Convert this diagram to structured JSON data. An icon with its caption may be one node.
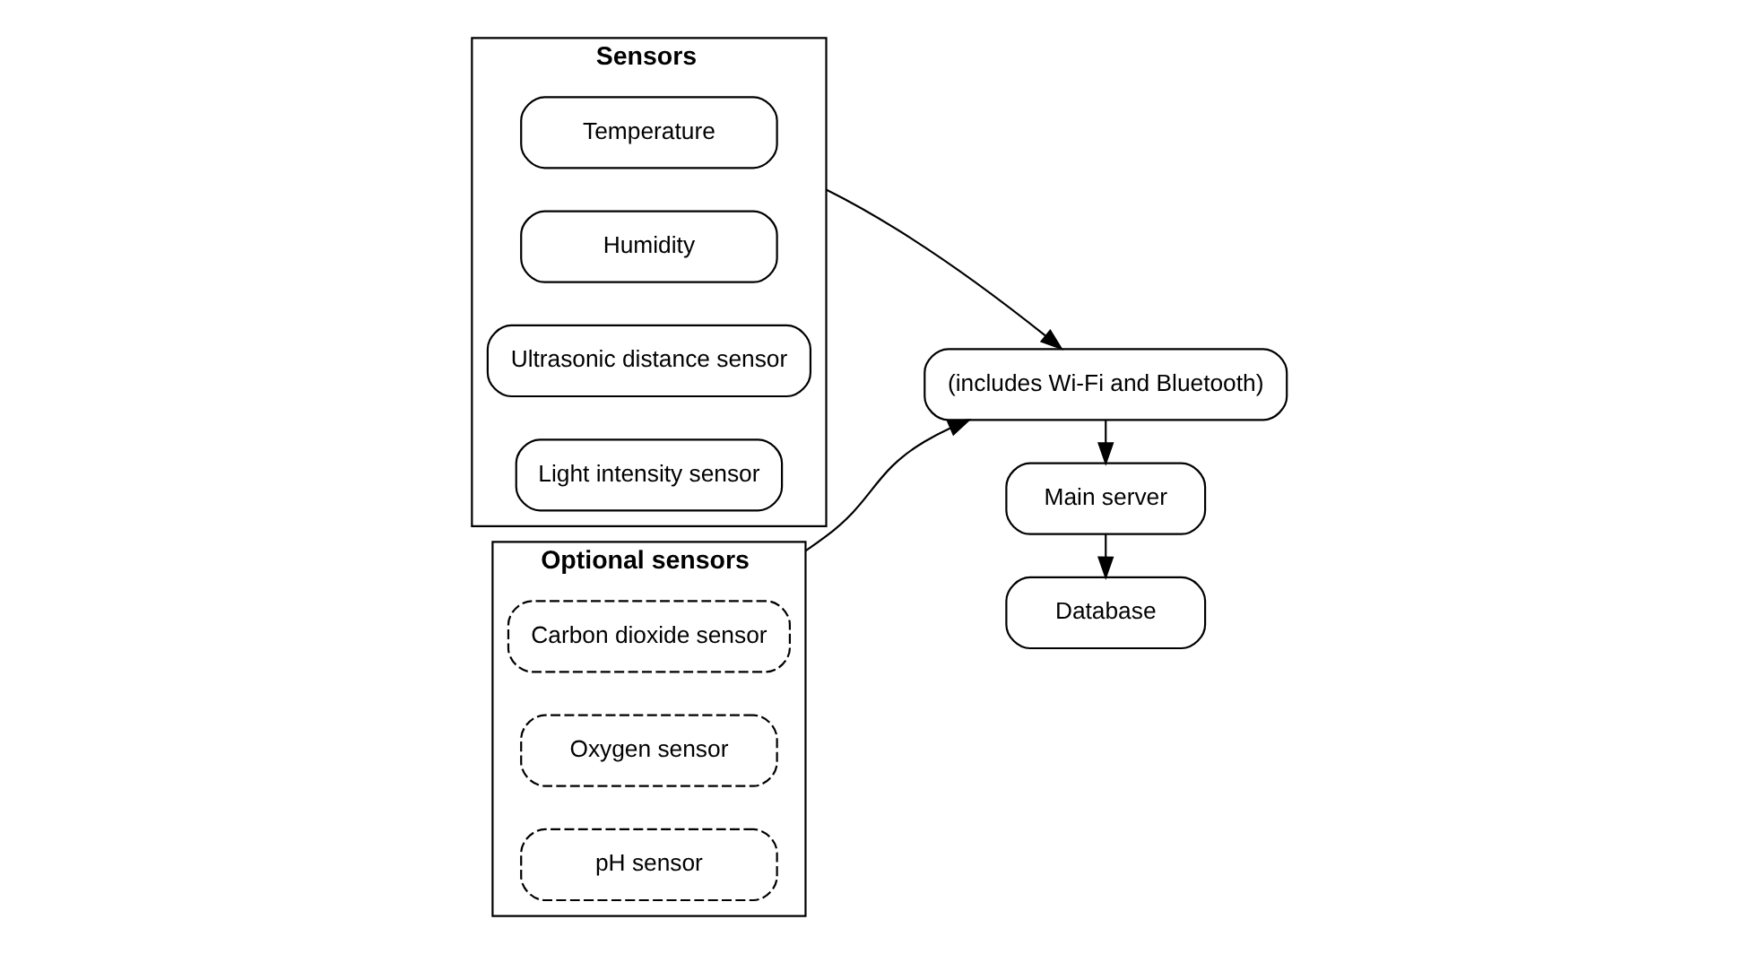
{
  "diagram": {
    "nodes": [
      {
        "text": [
          "Sensors"
        ]
      },
      {
        "text": [
          "Temperature"
        ],
        "in": 0
      },
      {
        "text": [
          "Humidity"
        ],
        "in": 0
      },
      {
        "text": [
          "Ultrasonic distance sensor"
        ],
        "in": 0
      },
      {
        "text": [
          "Light intensity sensor"
        ],
        "in": 0
      },
      {
        "text": [
          "Optional sensors"
        ]
      },
      {
        "text": [
          "Carbon dioxide sensor"
        ],
        "in": 5
      },
      {
        "text": [
          "Oxygen sensor"
        ],
        "in": 5
      },
      {
        "text": [
          "pH sensor"
        ],
        "in": 5
      },
      {
        "text": [
          "(includes Wi-Fi and Bluetooth)"
        ]
      },
      {
        "text": [
          "Main server"
        ]
      },
      {
        "text": [
          "Database"
        ]
      }
    ],
    "edges": [
      {
        "from": 0,
        "to": 9,
        "arrow": "to"
      },
      {
        "from": 5,
        "to": 9,
        "arrow": "to"
      },
      {
        "from": 9,
        "to": 10,
        "arrow": "to"
      },
      {
        "from": 10,
        "to": 11,
        "arrow": "to"
      }
    ]
  }
}
